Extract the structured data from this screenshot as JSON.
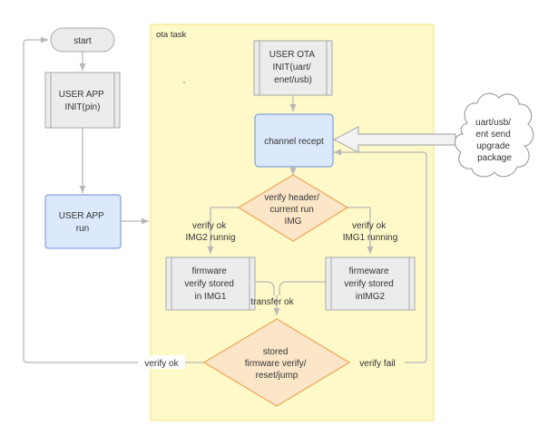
{
  "panel": {
    "title": "ota task"
  },
  "nodes": {
    "start": "start",
    "user_app_init": [
      "USER APP",
      "INIT(pin)"
    ],
    "user_app_run": [
      "USER APP",
      "run"
    ],
    "user_ota_init": [
      "USER OTA",
      "INIT(uart/",
      "enet/usb)"
    ],
    "channel_recept": [
      "channel recept"
    ],
    "cloud": [
      "uart/usb/",
      "ent send",
      "upgrade",
      "package"
    ],
    "verify_header": [
      "verify header/",
      "current run",
      "IMG"
    ],
    "firmware_img1": [
      "firmware",
      "verify stored",
      "in IMG1"
    ],
    "firmware_img2": [
      "firmeware",
      "verify stored",
      "inIMG2"
    ],
    "stored_verify": [
      "stored",
      "firmware verify/",
      "reset/jump"
    ]
  },
  "edge_labels": {
    "left_branch": [
      "verify ok",
      "IMG2 runnig"
    ],
    "right_branch": [
      "verify ok",
      "IMG1 running"
    ],
    "transfer_ok": "transfer ok",
    "verify_ok": "verify ok",
    "verify_fail": "verify fail"
  },
  "colors": {
    "panel_fill": "#fdf9c8",
    "panel_stroke": "#f3e27a",
    "gray_fill": "#ececec",
    "gray_stroke": "#a8a8a8",
    "blue_fill": "#dce8fc",
    "blue_stroke": "#6d8fd8",
    "orange_fill": "#fce6c8",
    "orange_stroke": "#f2a65a",
    "arrow": "#b8b8b8"
  }
}
